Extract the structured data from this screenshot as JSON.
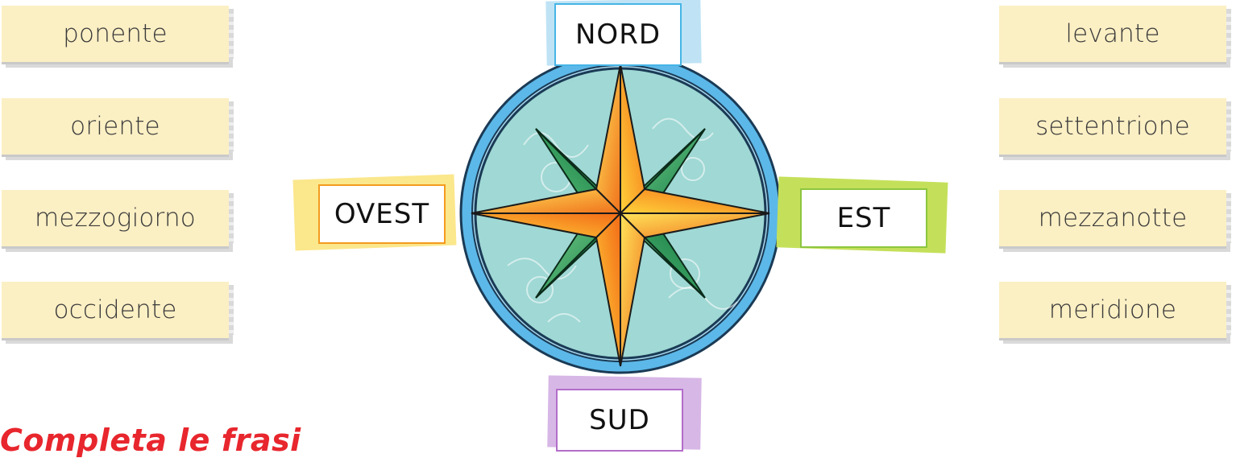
{
  "left_words": [
    "ponente",
    "oriente",
    "mezzogiorno",
    "occidente"
  ],
  "right_words": [
    "levante",
    "settentrione",
    "mezzanotte",
    "meridione"
  ],
  "directions": {
    "north": "NORD",
    "south": "SUD",
    "east": "EST",
    "west": "OVEST"
  },
  "heading": "Completa le frasi",
  "colors": {
    "card_fill": "#fbefc4",
    "north_tape": "#bfe3f5",
    "south_tape": "#d7b7e6",
    "east_tape": "#c4e05a",
    "west_tape": "#fbe78c",
    "north_border": "#46b5e6",
    "south_border": "#b26ec9",
    "east_border": "#8cc63f",
    "west_border": "#f39b1e",
    "heading": "#e8262d"
  },
  "icons": [
    "compass-rose-icon"
  ]
}
